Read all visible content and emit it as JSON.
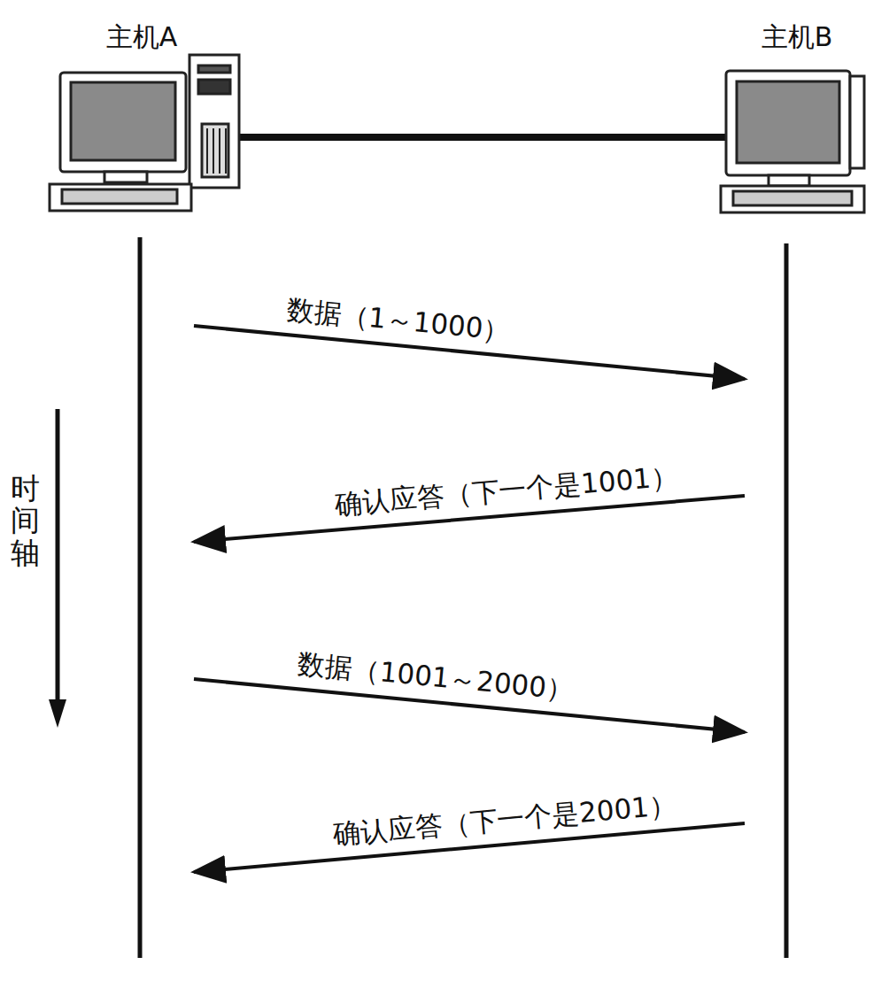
{
  "diagram": {
    "nodes": [
      {
        "text": [
          "主机A"
        ]
      },
      {
        "text": [
          "主机B"
        ]
      }
    ],
    "edges": [
      {
        "from": 0,
        "to": 1,
        "arrow": "to",
        "label": "数据（1～1000）"
      },
      {
        "from": 1,
        "to": 0,
        "arrow": "to",
        "label": "确认应答（下一个是1001）"
      },
      {
        "from": 0,
        "to": 1,
        "arrow": "to",
        "label": "数据（1001～2000）"
      },
      {
        "from": 1,
        "to": 0,
        "arrow": "to",
        "label": "确认应答（下一个是2001）"
      }
    ],
    "labels": [
      "时间轴"
    ]
  }
}
